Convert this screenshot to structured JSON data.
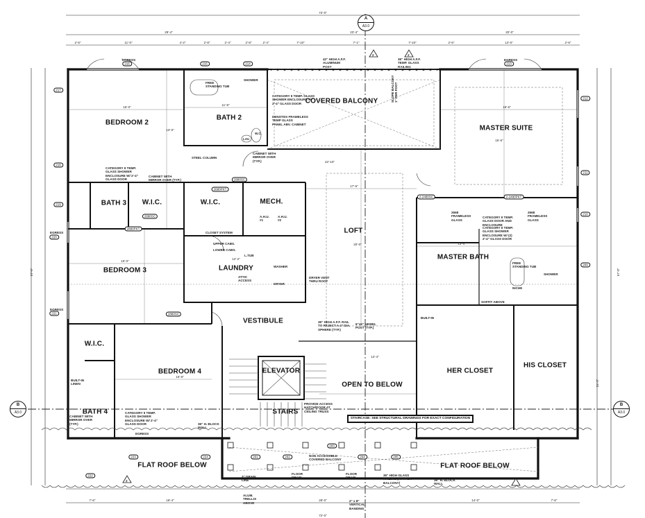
{
  "title": "Second Floor Plan",
  "section_markers": {
    "a": {
      "letter": "A",
      "sheet": "A3.0"
    },
    "b_left": {
      "letter": "B",
      "sheet": "A3.0"
    },
    "b_right": {
      "letter": "B",
      "sheet": "A3.0"
    }
  },
  "rooms": {
    "bedroom2": "BEDROOM 2",
    "bath2": "BATH 2",
    "covered_balcony": "COVERED BALCONY",
    "master_suite": "MASTER SUITE",
    "bath3": "BATH 3",
    "wic1": "W.I.C.",
    "wic2": "W.I.C.",
    "mech": "MECH.",
    "loft": "LOFT",
    "master_bath": "MASTER BATH",
    "bedroom3": "BEDROOM 3",
    "laundry": "LAUNDRY",
    "vestibule": "VESTIBULE",
    "wic3": "W.I.C.",
    "bedroom4": "BEDROOM 4",
    "elevator": "ELEVATOR",
    "open_to_below": "OPEN TO BELOW",
    "her_closet": "HER CLOSET",
    "his_closet": "HIS CLOSET",
    "stairs": "STAIRS",
    "bath4": "BATH 4",
    "flat_roof_left": "FLAT ROOF BELOW",
    "flat_roof_right": "FLAT ROOF BELOW"
  },
  "dimensions": {
    "overall_top": "72'-0\"",
    "overall_bottom": "72'-0\"",
    "top_left": "29'-4\"",
    "top_mid": "23'-4\"",
    "top_right": "20'-0\"",
    "seg1": "2'-5\"",
    "seg2": "11'-0\"",
    "seg3": "4'-2\"",
    "seg4": "2'-8\"",
    "seg5": "2'-4\"",
    "seg6": "2'-8\"",
    "seg7": "2'-4\"",
    "seg8": "7'-10\"",
    "seg9": "7'-1\"",
    "seg10": "7'-10\"",
    "seg11": "2'-6\"",
    "seg12": "14'-0\"",
    "seg13": "2'-6\"",
    "bottom_left": "7'-6\"",
    "bottom_mid1": "19'-4\"",
    "bottom_mid2": "28'-0\"",
    "bottom_right1": "14'-0\"",
    "bottom_right2": "7'-6\"",
    "left_overall": "57'-0\"",
    "right_overall": "57'-0\"",
    "right_lower": "24'-3\"",
    "bedroom2_w": "16'-0\"",
    "bedroom2_h": "13'-0\"",
    "bath2_w": "11'-8\"",
    "master_w": "18'-6\"",
    "master_h": "15'-6\"",
    "loft_w": "17'-6\"",
    "loft_h": "20'-0\"",
    "bedroom3_w": "16'-0\"",
    "bedroom4_w": "15'-8\"",
    "laundry_w": "12'-2\"",
    "open_below_w": "12'-4\"",
    "master_bath_w": "13'-4\"",
    "balcony_w": "22'-10\""
  },
  "notes": {
    "rail_42": "42\" HIGH A.F.F.\nALUMINUM\nPOST",
    "rail_36": "36\" HIGH A.F.F.\nTEMP. GLASS\nRAILING",
    "bath2_shower": "CATEGORY II TEMP. GLASS\nSHOWER ENCLOSURE W/\n2'-4\" GLASS DOOR",
    "frameless": "DENOTES FRAMELESS\nTEMP GLASS\nPANEL ABV. CABINET",
    "free_tub": "FREE\nSTANDING TUB",
    "steel_column": "STEEL COLUMN",
    "cabinet_mirror": "CABINET WITH\nMIRROR OVER\n(TYP.)",
    "bath3_shower": "CATEGORY II TEMP.\nGLASS SHOWER\nENCLOSURE W/ 2'-4\"\nGLASS DOOR",
    "cabinet_mirror2": "CABINET WITH\nMIRROR OVER (TYP.)",
    "slope": "SLOPE BALCONY\n1\" PER FOOT",
    "closet_system": "CLOSET SYSTEM",
    "attic": "ATTIC\nACCESS",
    "dryer_vent": "DRYER VENT\nTHRU ROOF",
    "upper_cabs": "UPPER CABS.",
    "lower_cabs": "LOWER CABS.",
    "ltub": "L.TUB",
    "washer": "WASHER",
    "dryer": "DRYER",
    "rail_36b": "36\" HIGH A.F.F. RAIL\nTO REJECT A 4\" DIA.\nSPHERE (TYP.)",
    "newel": "6\"x6\" NEWEL\nPOST (TYP.)",
    "hatch": "PROVIDE ACCESS\nHATCH/DOOR AT\nCEILING TRUSS",
    "staircase": "STAIRCASE:\nSEE STRUCTURAL DRAWINGS\nFOR EXACT CONFIGURATION",
    "non_access": "NON ACCESSIBLE\nCOVERED BALCONY",
    "floor_drain1": "FLOOR\nDRAIN",
    "floor_drain2": "FLOOR\nDRAIN",
    "drain_line": "3\" DRAIN\nLINE",
    "glass_rail": "36\" HIGH GLASS\nRAILING (AT FAUX\nBALCONY)",
    "trellis": "ALUM.\nTRELLIS\nABOVE",
    "banding": "2\" x 8\"\nVERTICAL\nBANDING",
    "block_wall": "36\" H. BLOCK\nWALL",
    "block_wall2": "36\" H. BLOCK\nWALL",
    "bath4_shower": "CATEGORY II TEMP.\nGLASS SHOWER\nENCLOSURE W/ 2'-4\"\nGLASS DOOR",
    "cabinet_mirror3": "CABINET WITH\nMIRROR OVER\n(TYP.)",
    "built_in_linen": "BUILT-IN\nLINEN",
    "master_glass": "CATEGORY II TEMP.\nGLASS DOOR AND\nENCLOSURE",
    "master_shower": "CATEGORY II TEMP.\nGLASS SHOWER\nENCLOSURE W/ (2)\n2'-4\" GLASS DOOR",
    "frameless2": "2668\nFRAMELESS\nGLASS",
    "frameless3": "2668\nFRAMELESS\nGLASS",
    "free_tub2": "FREE\nSTANDING TUB",
    "shower": "SHOWER",
    "niche": "NICHE",
    "soffit": "SOFFIT ABOVE",
    "built_in": "BUILT-IN",
    "egress1": "EGRESS",
    "egress2": "EGRESS",
    "egress3": "EGRESS",
    "egress4": "EGRESS",
    "egress5": "EGRESS"
  },
  "fixtures": {
    "wc": "W.C.",
    "lav": "LAV.",
    "shower": "SHOWER",
    "ahu1": "A.H.U.\n#1",
    "ahu2": "A.H.U.\n#2"
  },
  "tags": {
    "w216": "216",
    "w215": "215",
    "w214": "214",
    "w213": "213",
    "w212": "212",
    "w211": "211",
    "w210": "210",
    "w209": "209",
    "w217": "217",
    "w218": "218",
    "w219": "219",
    "w220": "220",
    "w221": "221",
    "w222": "222",
    "w223": "223",
    "w224": "224",
    "w201": "201",
    "w202": "202",
    "w203": "203",
    "w204": "204",
    "w205": "205",
    "d1": "2880SC",
    "d2": "2680PKT",
    "d3": "2680SC",
    "d4": "2880PKT",
    "d5": "2-2480SC",
    "d6": "2-2480PKT",
    "d7": "2880SC",
    "rev1": "2",
    "rev2": "2",
    "rev3": "2"
  }
}
